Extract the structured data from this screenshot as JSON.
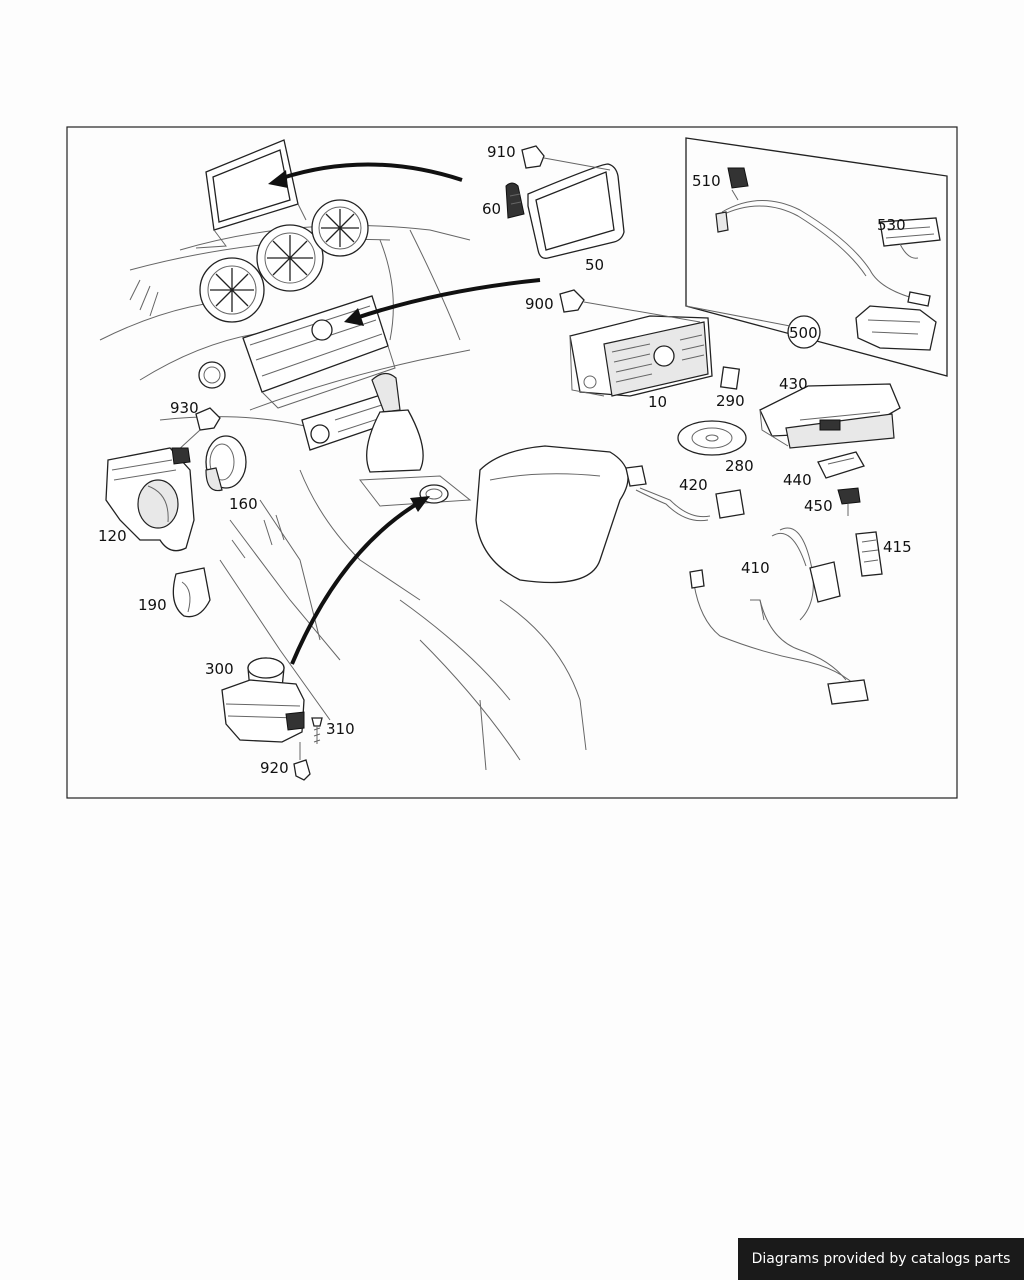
{
  "callouts": {
    "c10": "10",
    "c50": "50",
    "c60": "60",
    "c120": "120",
    "c160": "160",
    "c190": "190",
    "c280": "280",
    "c290": "290",
    "c300": "300",
    "c310": "310",
    "c410": "410",
    "c415": "415",
    "c420": "420",
    "c430": "430",
    "c440": "440",
    "c450": "450",
    "c500": "500",
    "c510": "510",
    "c530": "530",
    "c900": "900",
    "c910": "910",
    "c920": "920",
    "c930": "930"
  },
  "footer": {
    "text": "Diagrams provided by catalogs parts"
  }
}
